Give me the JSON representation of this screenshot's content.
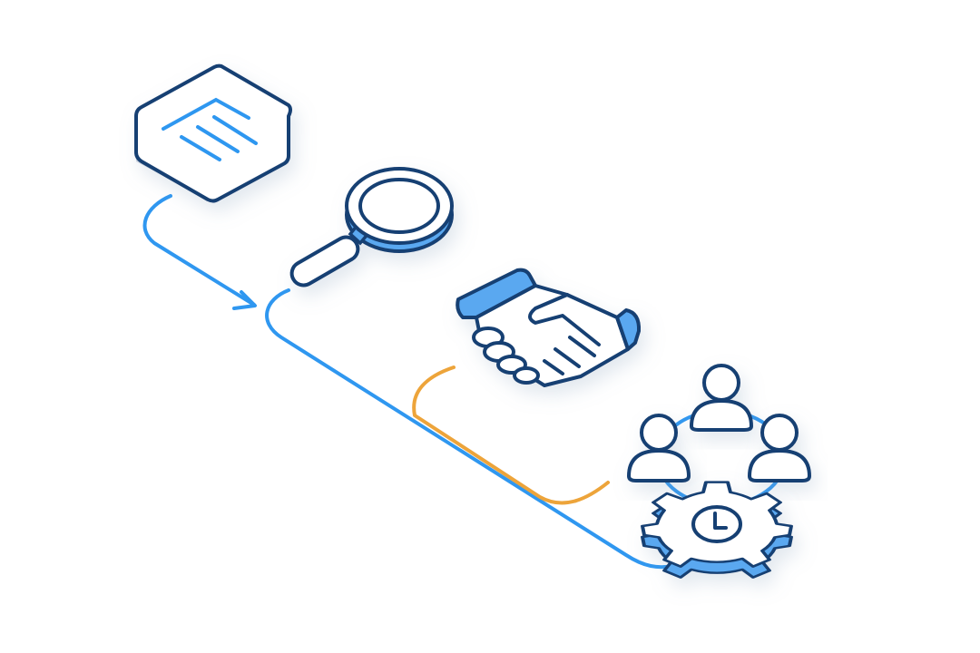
{
  "colors": {
    "outline": "#173f73",
    "accent_blue": "#2f97f0",
    "fill_blue": "#5aa8f0",
    "accent_orange": "#eda43a",
    "shadow": "#c9d1dc",
    "background": "#ffffff"
  },
  "icons": [
    "document-hexagon-icon",
    "magnifier-icon",
    "handshake-icon",
    "people-circle-icon",
    "gear-clock-icon"
  ],
  "connectors": [
    "blue-arrow-connector",
    "blue-timeline-connector",
    "orange-connector"
  ]
}
